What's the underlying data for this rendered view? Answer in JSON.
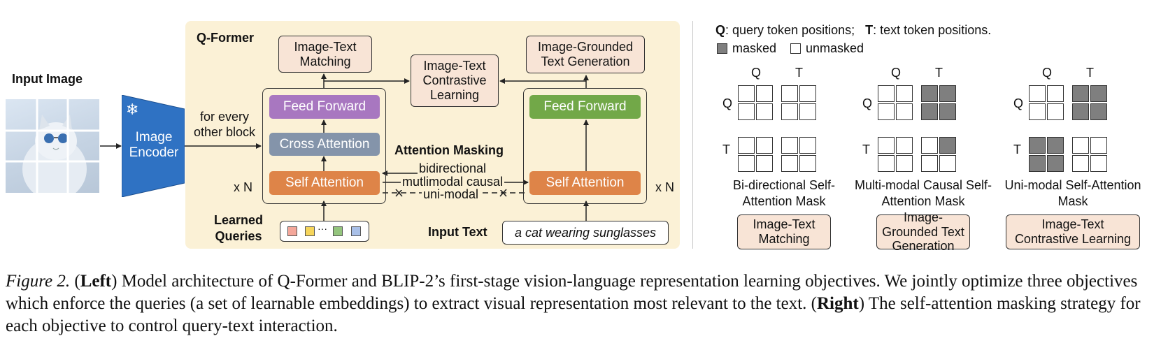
{
  "diagram": {
    "input_image_label": "Input Image",
    "image_encoder_label": "Image Encoder",
    "snowflake_icon": "❄",
    "qformer_title": "Q-Former",
    "for_every_label": "for every other block",
    "xn_label": "x N",
    "left_stack": {
      "feed_forward": "Feed Forward",
      "cross_attention": "Cross Attention",
      "self_attention": "Self Attention"
    },
    "right_stack": {
      "feed_forward": "Feed Forward",
      "self_attention": "Self Attention"
    },
    "objectives": {
      "itm": "Image-Text Matching",
      "itc": "Image-Text Contrastive Learning",
      "itg": "Image-Grounded Text Generation"
    },
    "attention_masking": {
      "title": "Attention Masking",
      "bidirectional": "bidirectional",
      "causal": "mutlimodal causal",
      "unimodal": "uni-modal"
    },
    "learned_queries_label": "Learned Queries",
    "queries_ellipsis": "···",
    "query_colors": [
      "#f4a79a",
      "#f6d55b",
      "#94c57d",
      "#a9c0e8"
    ],
    "input_text_label": "Input Text",
    "input_text_value": "a cat wearing sunglasses",
    "colors": {
      "panel": "#fbf1d6",
      "feed_forward_left": "#a877c0",
      "cross_attention": "#8494aa",
      "self_attention": "#de8448",
      "feed_forward_right": "#72a848",
      "encoder": "#2f72c3",
      "masked": "#7f7f7f"
    }
  },
  "legend": {
    "q_key": "Q",
    "q_desc": ": query token positions;",
    "t_key": "T",
    "t_desc": ": text token positions.",
    "masked": "masked",
    "unmasked": "unmasked"
  },
  "masks": [
    {
      "name": "Bi-directional Self-Attention Mask",
      "objective": "Image-Text Matching",
      "col_q": "Q",
      "col_t": "T",
      "row_q": "Q",
      "row_t": "T",
      "grid": [
        [
          0,
          0,
          0,
          0
        ],
        [
          0,
          0,
          0,
          0
        ],
        [
          0,
          0,
          0,
          0
        ],
        [
          0,
          0,
          0,
          0
        ]
      ]
    },
    {
      "name": "Multi-modal Causal Self-Attention Mask",
      "objective": "Image-Grounded Text Generation",
      "col_q": "Q",
      "col_t": "T",
      "row_q": "Q",
      "row_t": "T",
      "grid": [
        [
          0,
          0,
          1,
          1
        ],
        [
          0,
          0,
          1,
          1
        ],
        [
          0,
          0,
          0,
          1
        ],
        [
          0,
          0,
          0,
          0
        ]
      ]
    },
    {
      "name": "Uni-modal Self-Attention Mask",
      "objective": "Image-Text Contrastive Learning",
      "col_q": "Q",
      "col_t": "T",
      "row_q": "Q",
      "row_t": "T",
      "grid": [
        [
          0,
          0,
          1,
          1
        ],
        [
          0,
          0,
          1,
          1
        ],
        [
          1,
          1,
          0,
          0
        ],
        [
          1,
          1,
          0,
          0
        ]
      ]
    }
  ],
  "caption": {
    "fig": "Figure 2.",
    "open1": " (",
    "left": "Left",
    "part1": ") Model architecture of Q-Former and BLIP-2’s first-stage vision-language representation learning objectives. We jointly optimize three objectives which enforce the queries (a set of learnable embeddings) to extract visual representation most relevant to the text. (",
    "right": "Right",
    "part2": ") The self-attention masking strategy for each objective to control query-text interaction."
  }
}
